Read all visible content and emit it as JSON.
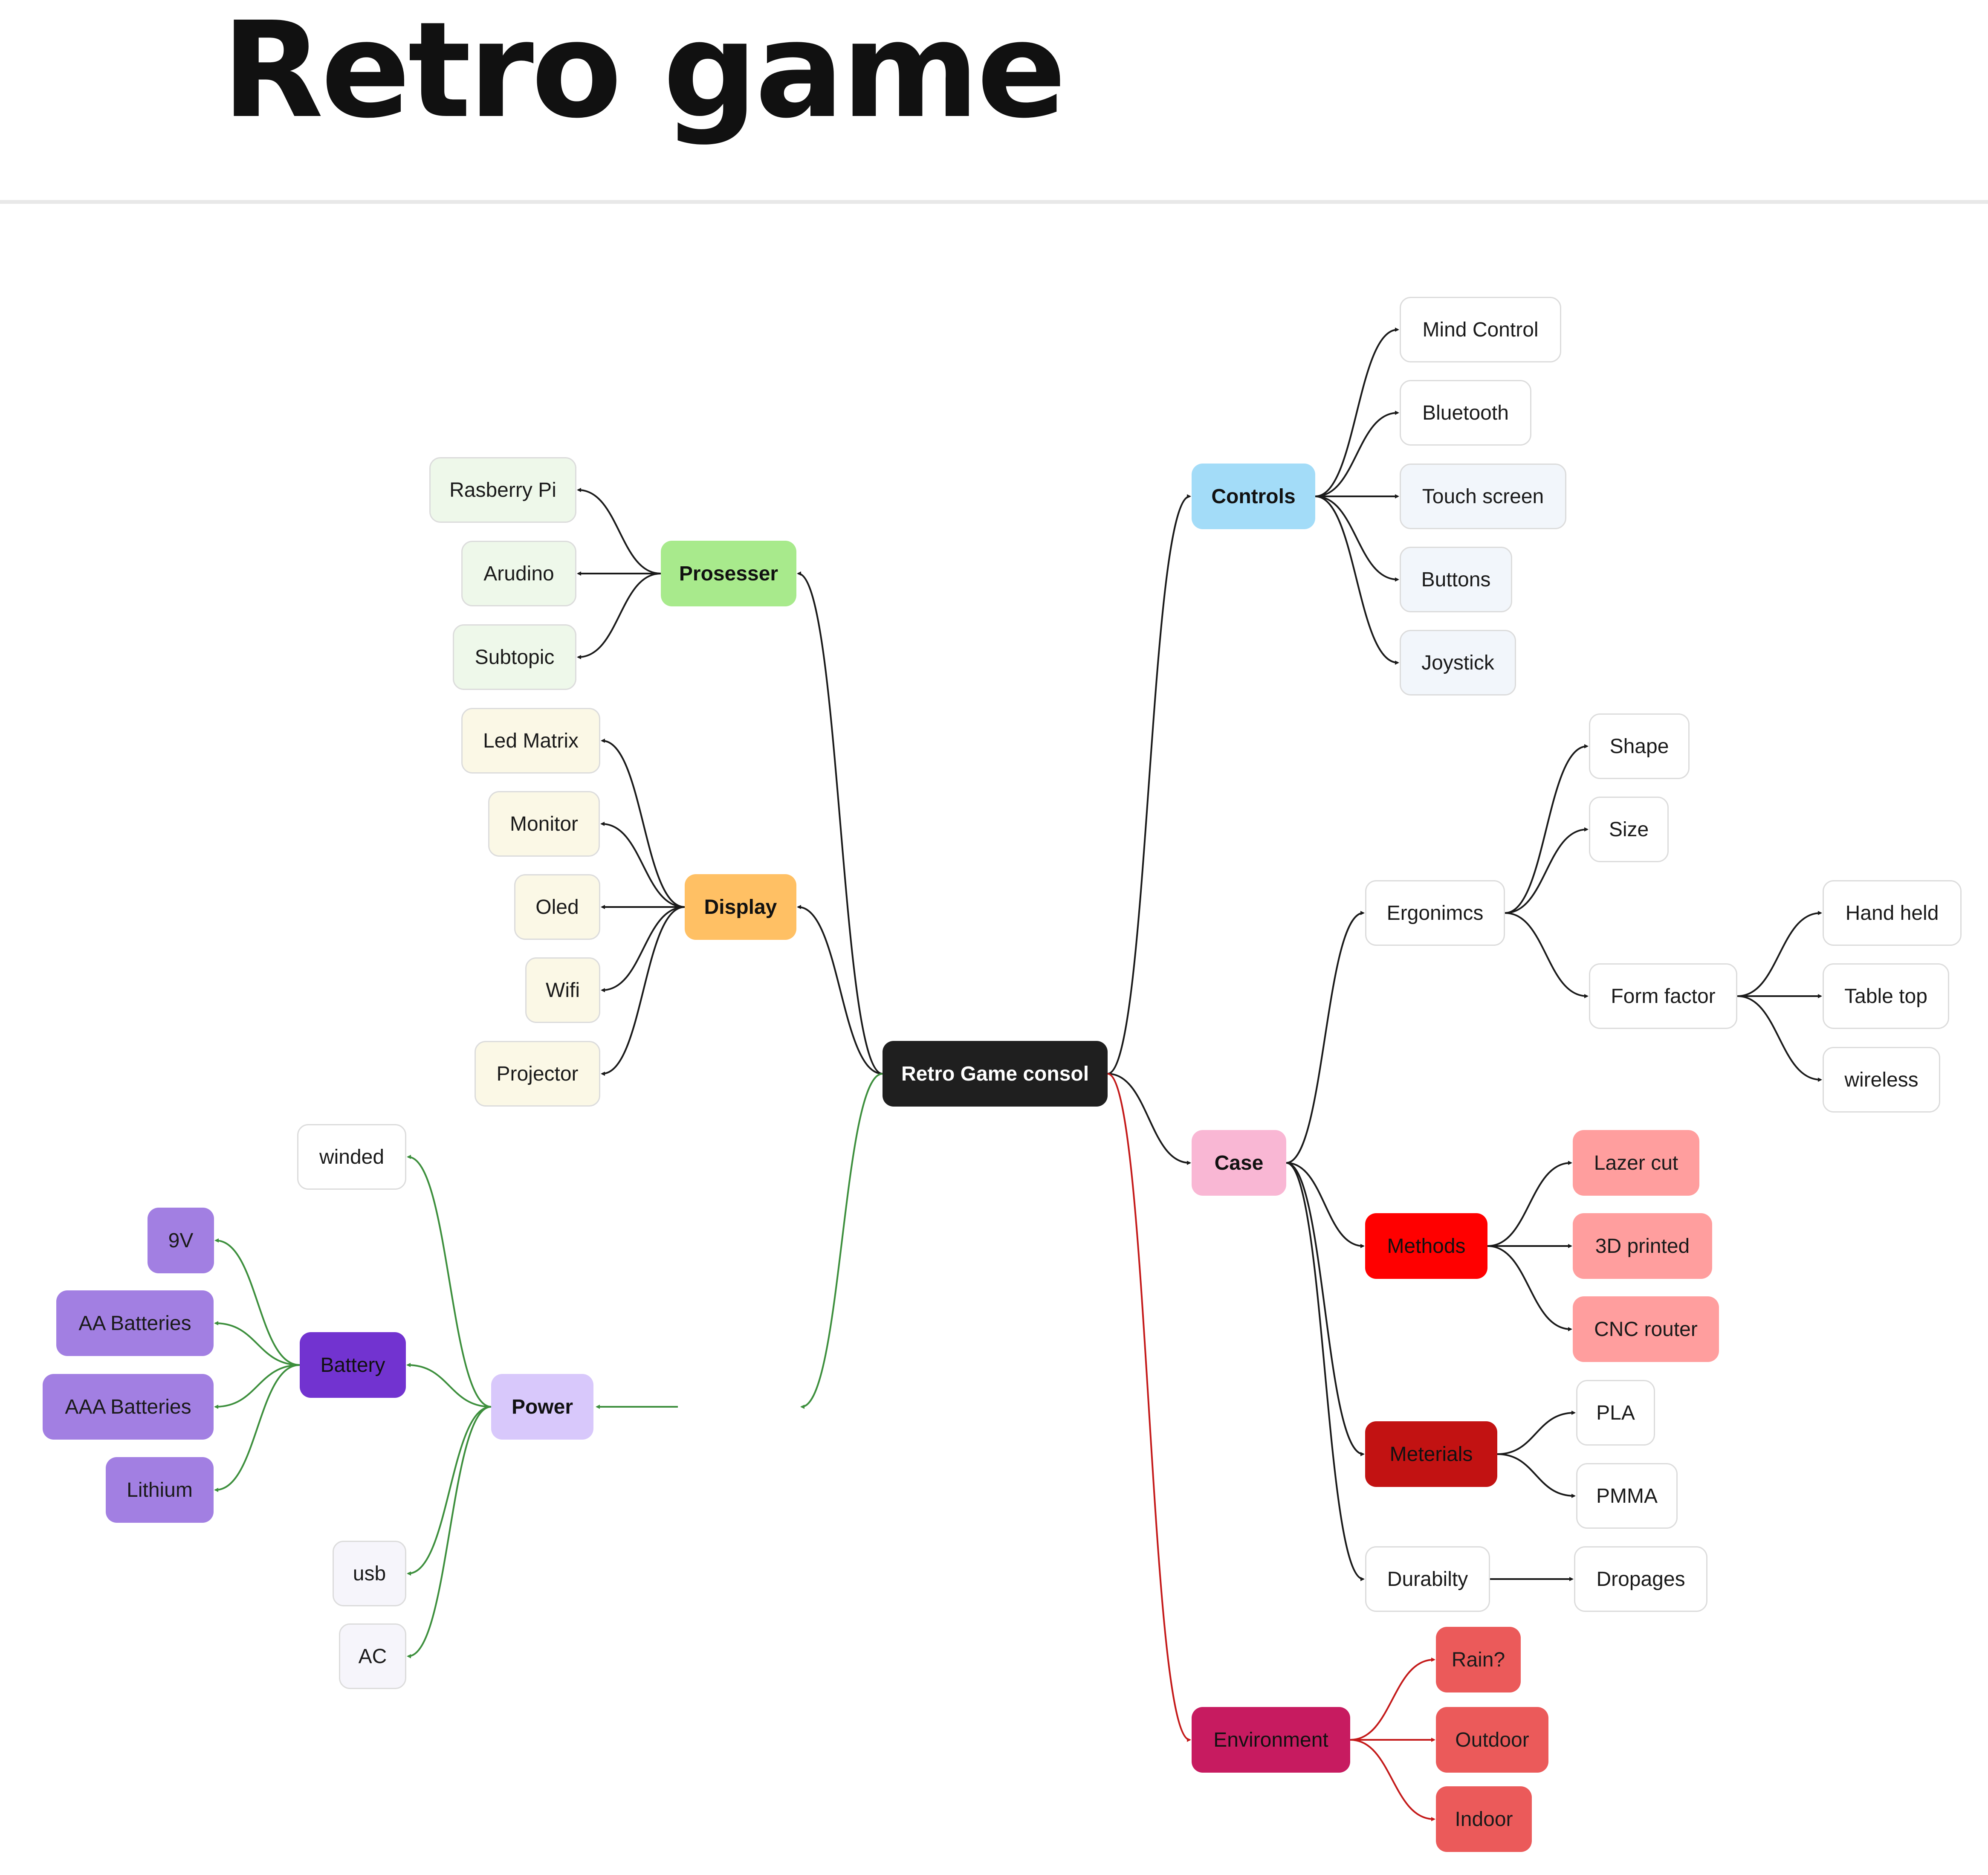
{
  "title": "Retro game",
  "colors": {
    "root": "#1f1f1f",
    "processor": "#a8ea8c",
    "processor_leaf": "#eef8ea",
    "display": "#ffc064",
    "display_leaf": "#fbf8e6",
    "controls": "#a3dcf8",
    "controls_leaf": "#f2f6fb",
    "case": "#f9b7d4",
    "methods": "#ff0000",
    "methods_leaf": "#ff9e9e",
    "materials": "#c21212",
    "environment": "#c71b60",
    "environment_leaf": "#eb5a5a",
    "power": "#d8c8fb",
    "battery": "#7233d0",
    "battery_leaf": "#a27fe2",
    "power_leaf": "#f6f5fb",
    "edge": "#1a1a1a",
    "edge_power": "#3d8f3d",
    "edge_environment": "#c41a1a"
  },
  "mindmap": {
    "root": "Retro Game consol",
    "branches": [
      {
        "label": "Prosesser",
        "children": [
          "Rasberry Pi",
          "Arudino",
          "Subtopic"
        ]
      },
      {
        "label": "Display",
        "children": [
          "Led Matrix",
          "Monitor",
          "Oled",
          "Wifi",
          "Projector"
        ]
      },
      {
        "label": "Power",
        "children": [
          {
            "label": "winded"
          },
          {
            "label": "Battery",
            "children": [
              "9V",
              "AA Batteries",
              "AAA Batteries",
              "Lithium"
            ]
          },
          {
            "label": "usb"
          },
          {
            "label": "AC"
          }
        ]
      },
      {
        "label": "Controls",
        "children": [
          "Mind Control",
          "Bluetooth",
          "Touch screen",
          "Buttons",
          "Joystick"
        ]
      },
      {
        "label": "Case",
        "children": [
          {
            "label": "Ergonimcs",
            "children": [
              "Shape",
              "Size",
              {
                "label": "Form factor",
                "children": [
                  "Hand held",
                  "Table top",
                  "wireless"
                ]
              }
            ]
          },
          {
            "label": "Methods",
            "children": [
              "Lazer cut",
              "3D printed",
              "CNC router"
            ]
          },
          {
            "label": "Meterials",
            "children": [
              "PLA",
              "PMMA"
            ]
          },
          {
            "label": "Durabilty",
            "children": [
              "Dropages"
            ]
          }
        ]
      },
      {
        "label": "Environment",
        "children": [
          "Rain?",
          "Outdoor",
          "Indoor"
        ]
      }
    ]
  }
}
